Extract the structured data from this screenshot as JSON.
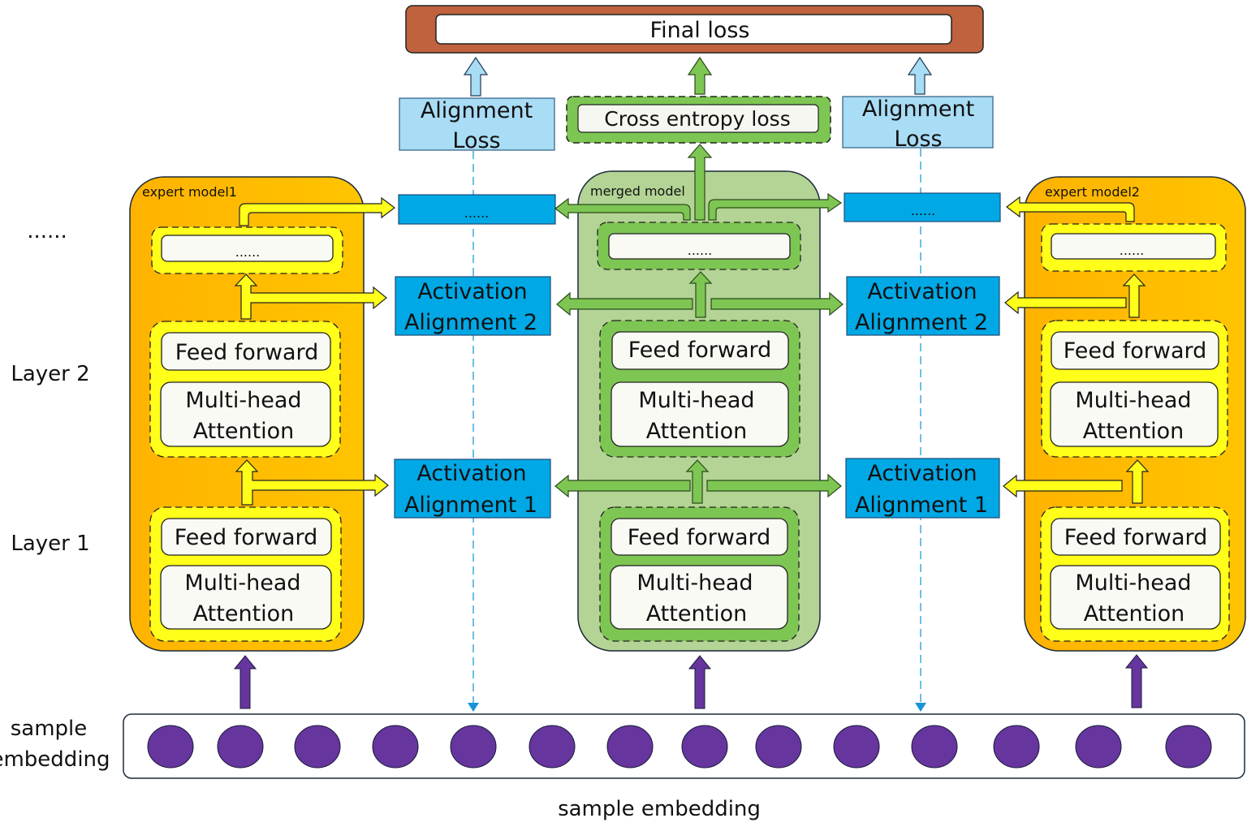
{
  "colors": {
    "final_loss_border": "#c0623d",
    "alignment_loss_fill": "#a9dcf5",
    "activation_fill": "#00a8e6",
    "expert_container": "#ffbb00",
    "expert_block": "#ffff1a",
    "merged_container": "#b3d494",
    "merged_block": "#7ec653",
    "embedding_dot": "#66359e",
    "dashed_line": "#3fa9e0"
  },
  "final_loss": {
    "label": "Final loss"
  },
  "losses": {
    "left": {
      "line1": "Alignment",
      "line2": "Loss"
    },
    "center": {
      "label": "Cross entropy loss"
    },
    "right": {
      "line1": "Alignment",
      "line2": "Loss"
    }
  },
  "row_labels": {
    "ellipsis": "......",
    "layer2": "Layer 2",
    "layer1": "Layer 1",
    "sample_line1": "sample",
    "sample_line2": "embedding"
  },
  "models": {
    "expert1": {
      "title": "expert model1",
      "top_block": "......",
      "layer2": {
        "ff": "Feed forward",
        "mha1": "Multi-head",
        "mha2": "Attention"
      },
      "layer1": {
        "ff": "Feed forward",
        "mha1": "Multi-head",
        "mha2": "Attention"
      }
    },
    "merged": {
      "title": "merged model",
      "top_block": "......",
      "layer2": {
        "ff": "Feed forward",
        "mha1": "Multi-head",
        "mha2": "Attention"
      },
      "layer1": {
        "ff": "Feed forward",
        "mha1": "Multi-head",
        "mha2": "Attention"
      }
    },
    "expert2": {
      "title": "expert model2",
      "top_block": "......",
      "layer2": {
        "ff": "Feed forward",
        "mha1": "Multi-head",
        "mha2": "Attention"
      },
      "layer1": {
        "ff": "Feed forward",
        "mha1": "Multi-head",
        "mha2": "Attention"
      }
    }
  },
  "alignment_boxes": {
    "left": {
      "top": "......",
      "act2_line1": "Activation",
      "act2_line2": "Alignment 2",
      "act1_line1": "Activation",
      "act1_line2": "Alignment 1"
    },
    "right": {
      "top": "......",
      "act2_line1": "Activation",
      "act2_line2": "Alignment 2",
      "act1_line1": "Activation",
      "act1_line2": "Alignment 1"
    }
  },
  "embedding": {
    "token_count": 14,
    "caption": "sample embedding"
  }
}
